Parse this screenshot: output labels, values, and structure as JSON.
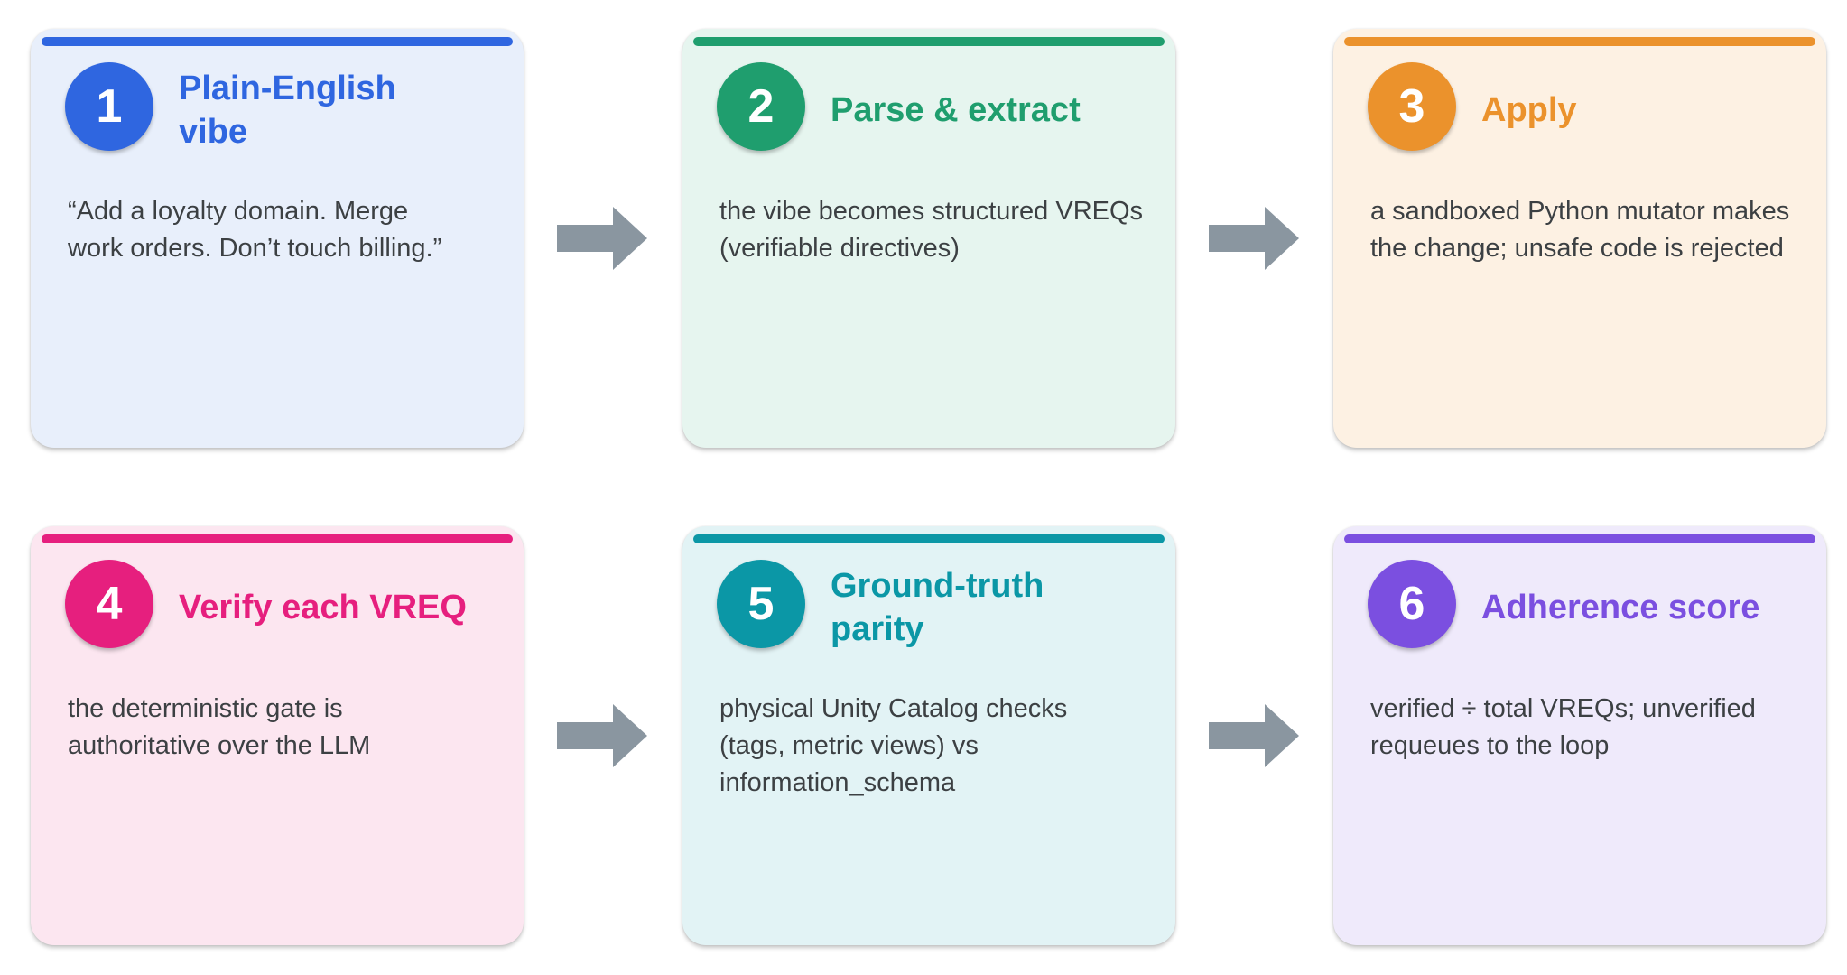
{
  "steps": [
    {
      "number": "1",
      "title": "Plain-English vibe",
      "description": "“Add a loyalty domain. Merge work orders. Don’t touch billing.”",
      "accent": "#2f66e0",
      "background": "#e8effb"
    },
    {
      "number": "2",
      "title": "Parse & extract",
      "description": "the vibe becomes structured VREQs (verifiable directives)",
      "accent": "#1f9e6e",
      "background": "#e6f5ef"
    },
    {
      "number": "3",
      "title": "Apply",
      "description": "a sandboxed Python mutator makes the change; unsafe code is rejected",
      "accent": "#eb922c",
      "background": "#fdf1e3"
    },
    {
      "number": "4",
      "title": "Verify each VREQ",
      "description": "the deterministic gate is authoritative over the LLM",
      "accent": "#e61f7e",
      "background": "#fce6f0"
    },
    {
      "number": "5",
      "title": "Ground-truth parity",
      "description": "physical Unity Catalog checks (tags, metric views) vs information_schema",
      "accent": "#0b97a6",
      "background": "#e2f3f5"
    },
    {
      "number": "6",
      "title": "Adherence score",
      "description": "verified ÷ total VREQs; unverified requeues to the loop",
      "accent": "#7b4fe0",
      "background": "#efeafb"
    }
  ],
  "connector_color": "#8a96a0"
}
